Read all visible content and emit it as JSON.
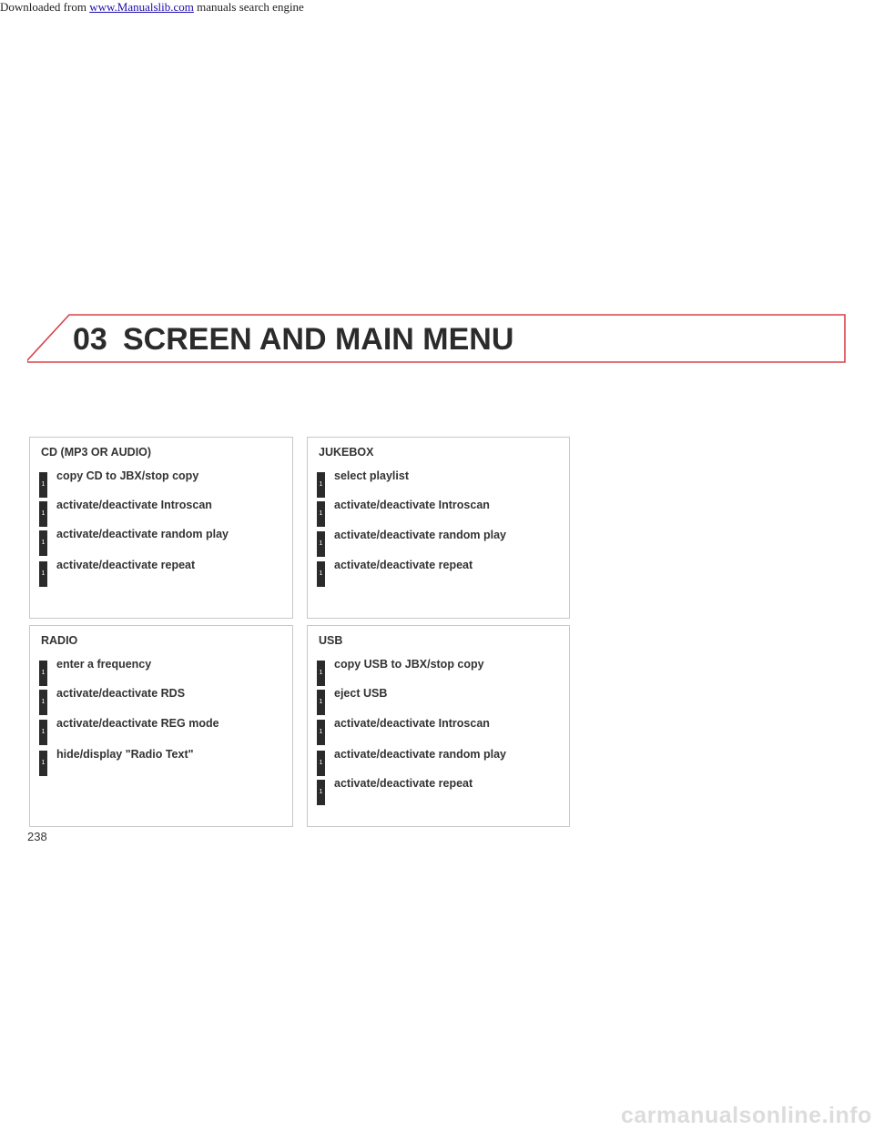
{
  "header": {
    "prefix": "Downloaded from ",
    "link_text": "www.Manualslib.com",
    "suffix": " manuals search engine"
  },
  "chapter": {
    "number": "03",
    "title": "SCREEN AND MAIN MENU",
    "accent_color": "#d9404a"
  },
  "badge_label": "1",
  "panels": {
    "cd": {
      "title": "CD (MP3 OR AUDIO)",
      "items": [
        "copy CD to JBX/stop copy",
        "activate/deactivate Introscan",
        "activate/deactivate random play",
        "activate/deactivate repeat"
      ]
    },
    "jukebox": {
      "title": "JUKEBOX",
      "items": [
        "select playlist",
        "activate/deactivate Introscan",
        "activate/deactivate random play",
        "activate/deactivate repeat"
      ]
    },
    "radio": {
      "title": "RADIO",
      "items": [
        "enter a frequency",
        "activate/deactivate RDS",
        "activate/deactivate REG mode",
        "hide/display \"Radio Text\""
      ]
    },
    "usb": {
      "title": "USB",
      "items": [
        "copy USB to JBX/stop copy",
        "eject USB",
        "activate/deactivate Introscan",
        "activate/deactivate random play",
        "activate/deactivate repeat"
      ]
    }
  },
  "page_number": "238",
  "watermark": "carmanualsonline.info"
}
